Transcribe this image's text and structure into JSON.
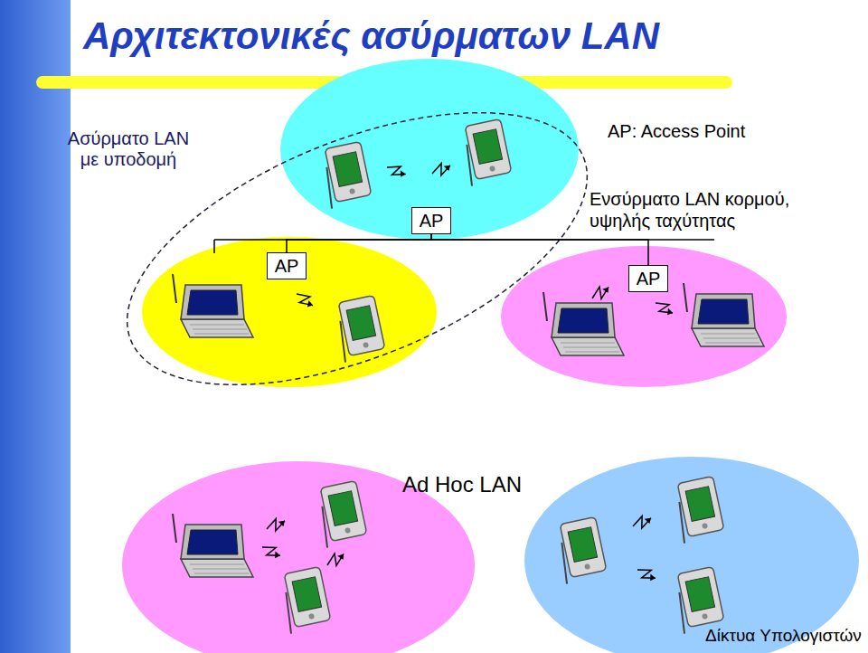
{
  "diagram": {
    "title": "Αρχιτεκτονικές ασύρματων LAN",
    "nodes": [
      {
        "text": [
          "AP"
        ]
      },
      {
        "text": [
          "AP"
        ]
      },
      {
        "text": [
          "AP"
        ]
      }
    ],
    "edges": [
      {
        "from": 0,
        "to": 1,
        "arrow": "none"
      },
      {
        "from": 0,
        "to": 2,
        "arrow": "none"
      }
    ],
    "labels": [
      "Ασύρματο LAN με υποδομή",
      "AP: Access Point",
      "Ενσύρματο LAN κορμού, υψηλής ταχύτητας",
      "Ad Hoc LAN",
      "Δίκτυα Υπολογιστών"
    ]
  }
}
